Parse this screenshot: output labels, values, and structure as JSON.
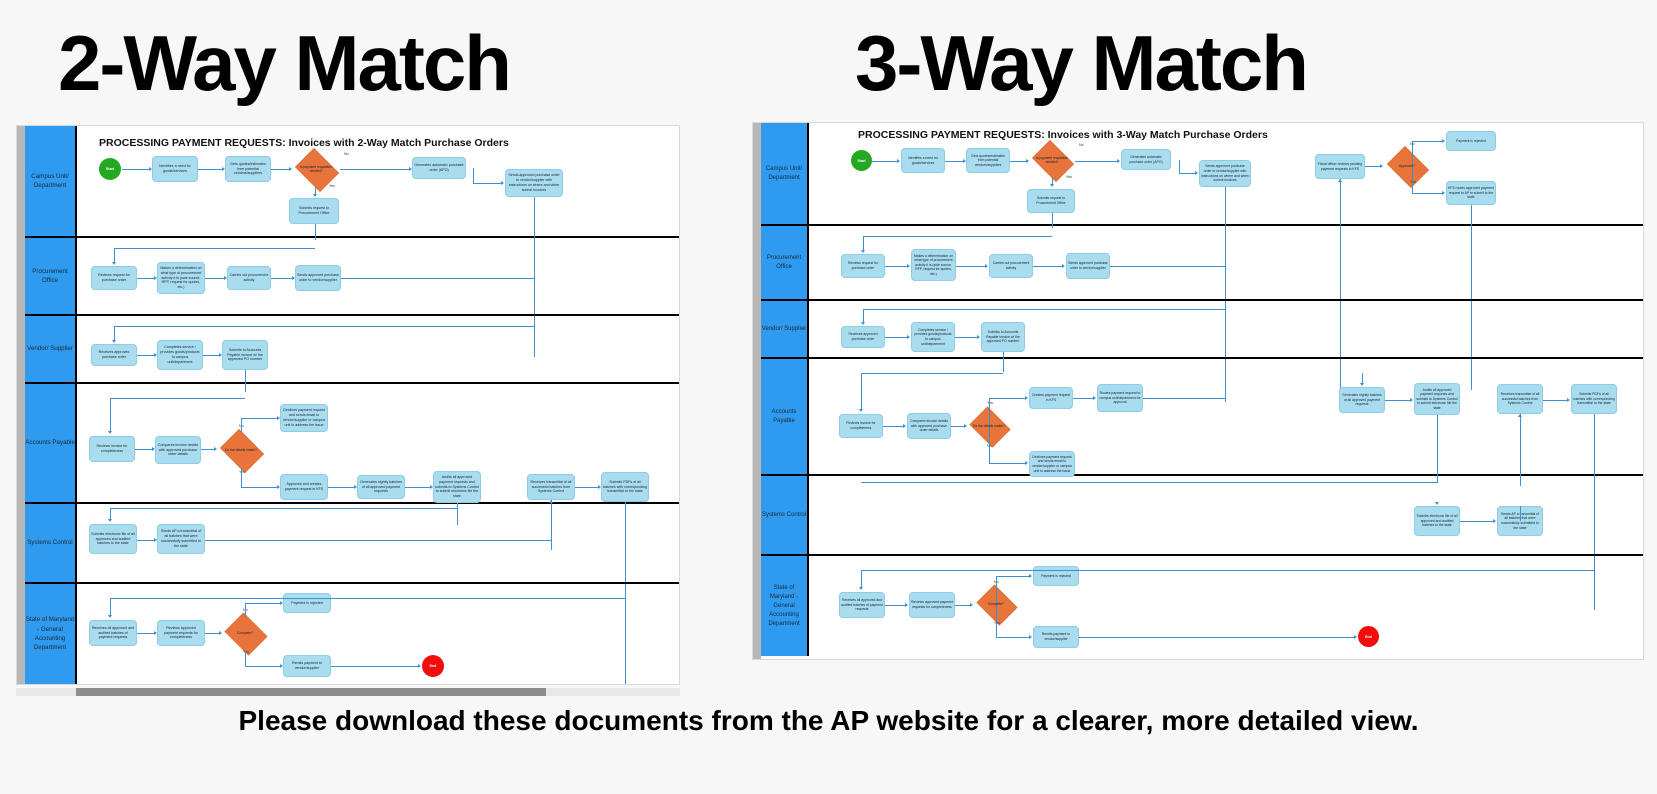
{
  "headings": {
    "left": "2-Way Match",
    "right": "3-Way Match"
  },
  "caption": "Please download these documents from the AP website for a clearer, more detailed view.",
  "colors": {
    "lane_header": "#2e9bf0",
    "process_box": "#aadcf0",
    "decision": "#e8743b",
    "start": "#23a820",
    "end": "#f20d0d",
    "connector": "#3d8fd1",
    "page_background": "#f7f7f7"
  },
  "diagrams": [
    {
      "id": "two-way-match",
      "title": "PROCESSING PAYMENT REQUESTS: Invoices with 2-Way Match Purchase Orders",
      "lanes": [
        {
          "label": "Campus Unit/ Department"
        },
        {
          "label": "Procurement Office"
        },
        {
          "label": "Vendor/ Supplier"
        },
        {
          "label": "Accounts Payable"
        },
        {
          "label": "Systems Control"
        },
        {
          "label": "State of Maryland - General Accounting Department"
        }
      ],
      "nodes": {
        "start": "Start",
        "identify_need": "Identifies a need for goods/services",
        "get_quotes": "Gets quotes/estimates from potential vendors/suppliers",
        "req_needed": "Is payment requisition needed?",
        "submit_to_procurement": "Submits request to Procurement Office",
        "generate_apo": "Generates automatic purchase order (APO)",
        "send_po_vendor": "Sends approved purchase order to vendor/supplier with instructions on where and when submit invoices",
        "review_po_request": "Reviews request for purchase order",
        "determination": "Makes a determination on what type of procurement activity it is (sole source, RFP, request for quotes, etc.)",
        "carry_procurement": "Carries out procurement activity",
        "send_approved_po": "Sends approved purchase order to vendor/supplier",
        "receive_po": "Receives approved purchase order",
        "complete_service": "Completes service / provides goods/products to campus unit/department",
        "submit_invoice": "Submits to Accounts Payable invoice w/ the approved PO number",
        "review_invoice": "Reviews invoice for completeness",
        "compare_invoice": "Compares invoice details with approved purchase order details",
        "details_match": "Do the details match?",
        "decline_request": "Declines payment request and sends email to vendor/supplier or campus unit to address the issue",
        "approve_create_kfs": "Approves and creates payment request in KFS",
        "nightly_batches": "Generates nightly batches of all approved payment requests",
        "audit_submit": "Audits all approved payment requests and submits to Systems Control to submit electronic file the state",
        "receive_transmittal": "Receives transmittal of all successful batches from Systems Control",
        "submit_pdfs": "Submits PDFs of all batches with corresponding transmittal to the state",
        "submit_electronic_file": "Submits electronic file of all approved and audited batches to the state",
        "send_ap_transmittal": "Sends AP a transmittal of all batches that were successfully submitted to the state",
        "receive_all_batches": "Receives all approved and audited batches of payment requests",
        "review_completeness": "Reviews approved payment requests for completeness",
        "complete_q": "Complete?",
        "payment_rejected": "Payment is rejected",
        "remit_payment": "Remits payment to vendor/supplier",
        "end": "End"
      },
      "edge_labels": {
        "no": "No",
        "yes": "Yes"
      }
    },
    {
      "id": "three-way-match",
      "title": "PROCESSING PAYMENT REQUESTS: Invoices with 3-Way Match Purchase Orders",
      "lanes": [
        {
          "label": "Campus Unit/ Department"
        },
        {
          "label": "Procurement Office"
        },
        {
          "label": "Vendor/ Supplier"
        },
        {
          "label": "Accounts Payable"
        },
        {
          "label": "Systems Control"
        },
        {
          "label": "State of Maryland - General Accounting Department"
        }
      ],
      "nodes": {
        "start": "Start",
        "identify_need": "Identifies a need for goods/services",
        "get_quotes": "Gets quotes/estimates from potential vendors/suppliers",
        "req_needed": "Is payment requisition needed?",
        "submit_to_procurement": "Submits request to Procurement Office",
        "generate_apo": "Generates automatic purchase order (APO)",
        "send_po_vendor": "Sends approved purchase order to vendor/supplier with instructions on where and when submit invoices",
        "fiscal_review": "Fiscal officer reviews pending payment requests in KFS",
        "approved_q": "Approved?",
        "payment_rejected_campus": "Payment is rejected",
        "kfs_routes": "KFS routes approved payment request to AP to submit to the state",
        "review_po_request": "Reviews request for purchase order",
        "determination": "Makes a determination on what type of procurement activity it is (sole source, RFP, request for quotes, etc.)",
        "carry_procurement": "Carries out procurement activity",
        "send_approved_po": "Sends approved purchase order to vendor/supplier",
        "receive_po": "Receives approved purchase order",
        "complete_service": "Completes service / provides goods/products to campus unit/department",
        "submit_invoice": "Submits to Accounts Payable invoice w/ the approved PO number",
        "review_invoice": "Reviews invoice for completeness",
        "compare_invoice": "Compares invoice details with approved purchase order details",
        "details_match": "Do the details match?",
        "create_request_kfs": "Creates payment request in KFS",
        "route_to_campus": "Routes payment request to campus unit/department for approval",
        "decline_request": "Declines payment request and sends email to vendor/supplier or campus unit to address the issue",
        "nightly_batches": "Generates nightly batches of all approved payment requests",
        "audit_submit": "Audits all approved payment requests and submits to Systems Control to submit electronic file the state",
        "receive_transmittal": "Receives transmittal of all successful batches from Systems Control",
        "submit_pdfs": "Submits PDFs of all batches with corresponding transmittal to the state",
        "submit_electronic_file": "Submits electronic file of all approved and audited batches to the state",
        "send_ap_transmittal": "Sends AP a transmittal of all batches that were successfully submitted to the state",
        "receive_all_batches": "Receives all approved and audited batches of payment requests",
        "review_completeness": "Reviews approved payment requests for completeness",
        "complete_q": "Complete?",
        "payment_rejected": "Payment is rejected",
        "remit_payment": "Remits payment to vendor/supplier",
        "end": "End"
      },
      "edge_labels": {
        "no": "No",
        "yes": "Yes"
      }
    }
  ]
}
